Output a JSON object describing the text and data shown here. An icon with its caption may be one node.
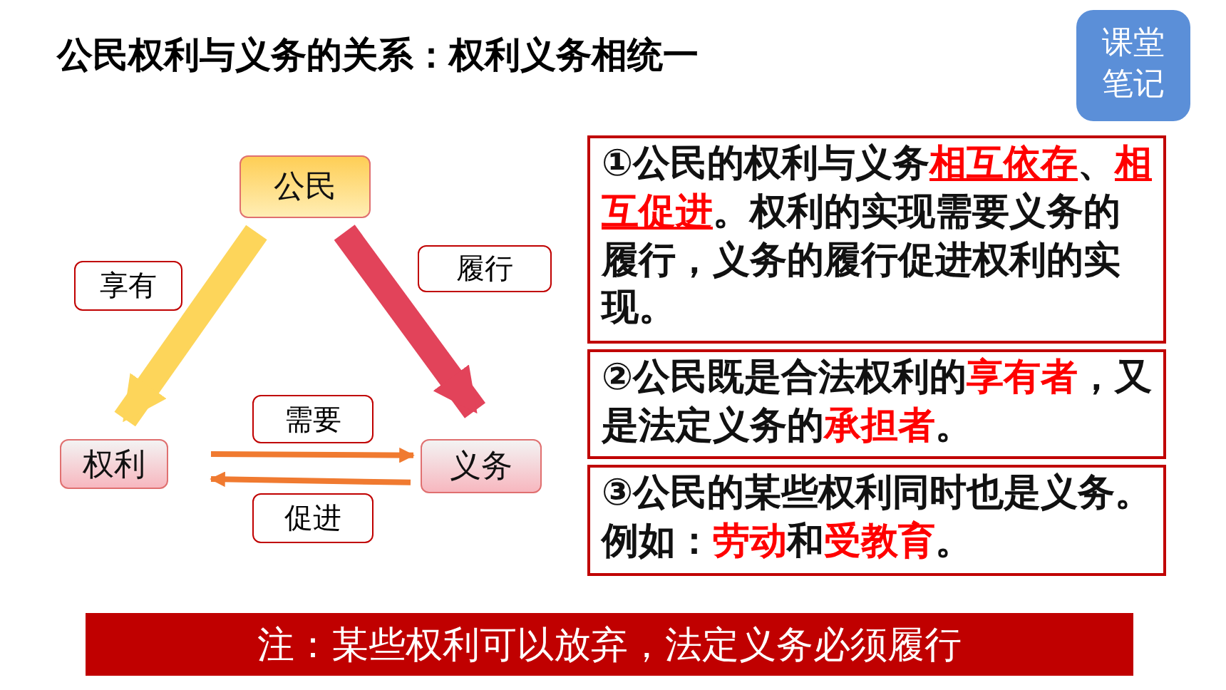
{
  "diagram": {
    "title": "公民权利与义务的关系：权利义务相统一",
    "nodes": [
      {
        "text": [
          "公民"
        ]
      },
      {
        "text": [
          "权利"
        ]
      },
      {
        "text": [
          "义务"
        ]
      },
      {
        "text": [
          "①公民的权利与义务**相互依存**、**相互促进**。权利的实现需要义务的履行，义务的履行促进权利的实现。"
        ]
      },
      {
        "text": [
          "②公民既是合法权利的**享有者**，又是法定义务的**承担者**。"
        ]
      },
      {
        "text": [
          "③公民的某些权利同时也是义务。例如：**劳动**和**受教育**。"
        ]
      },
      {
        "text": [
          "注：某些权利可以放弃，法定义务必须履行"
        ]
      },
      {
        "text": [
          "课堂笔记"
        ]
      }
    ],
    "edges": [
      {
        "from": 0,
        "to": 1,
        "arrow": "to",
        "label": "享有",
        "style": "thick",
        "color": "#fdd55a"
      },
      {
        "from": 0,
        "to": 2,
        "arrow": "to",
        "label": "履行",
        "style": "thick",
        "color": "#e2435a"
      },
      {
        "from": 1,
        "to": 2,
        "arrow": "to",
        "label": "需要"
      },
      {
        "from": 2,
        "to": 1,
        "arrow": "to",
        "label": "促进"
      }
    ]
  }
}
